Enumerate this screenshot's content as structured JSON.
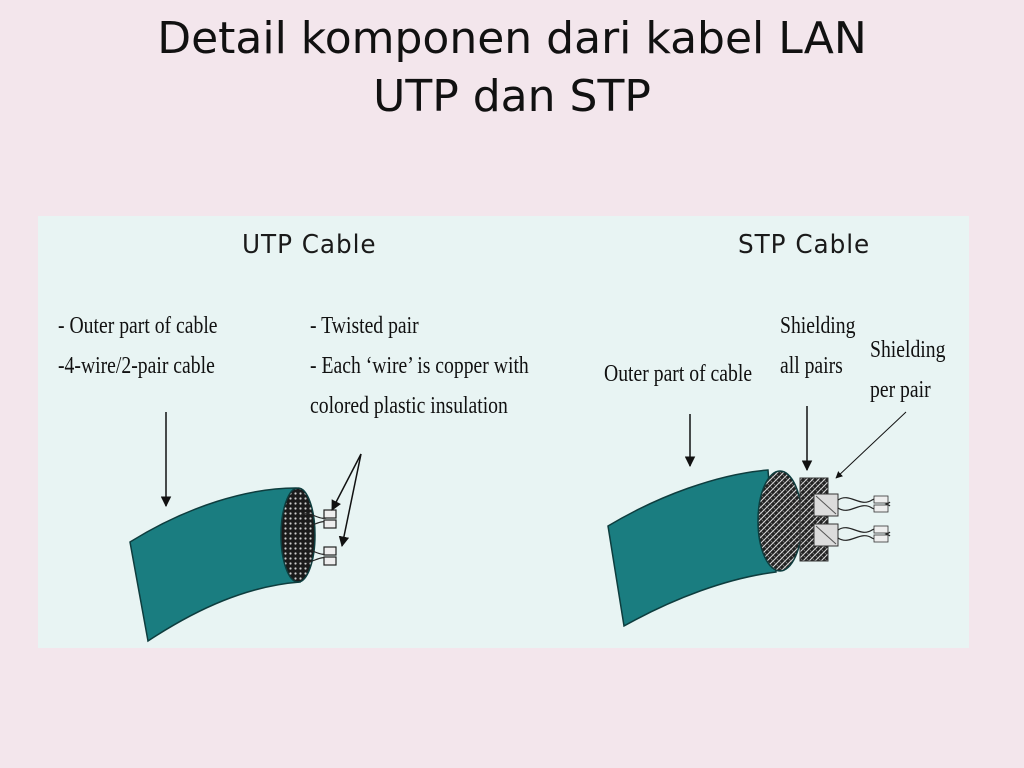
{
  "slide": {
    "title_line1": "Detail komponen dari kabel LAN",
    "title_line2": "UTP dan STP"
  },
  "utp": {
    "heading": "UTP Cable",
    "outer_note": [
      "- Outer part of cable",
      "-4-wire/2-pair cable"
    ],
    "pair_note": [
      "- Twisted pair",
      "- Each ‘wire’ is copper with",
      "colored plastic insulation"
    ]
  },
  "stp": {
    "heading": "STP Cable",
    "outer_label": "Outer part of cable",
    "shield_all_label": [
      "Shielding",
      "all pairs"
    ],
    "shield_pair_label": [
      "Shielding",
      "per pair"
    ]
  },
  "colors": {
    "background": "#f3e6ec",
    "panel": "#e8f4f3",
    "cable_jacket": "#1a7d80",
    "ink": "#111111"
  }
}
